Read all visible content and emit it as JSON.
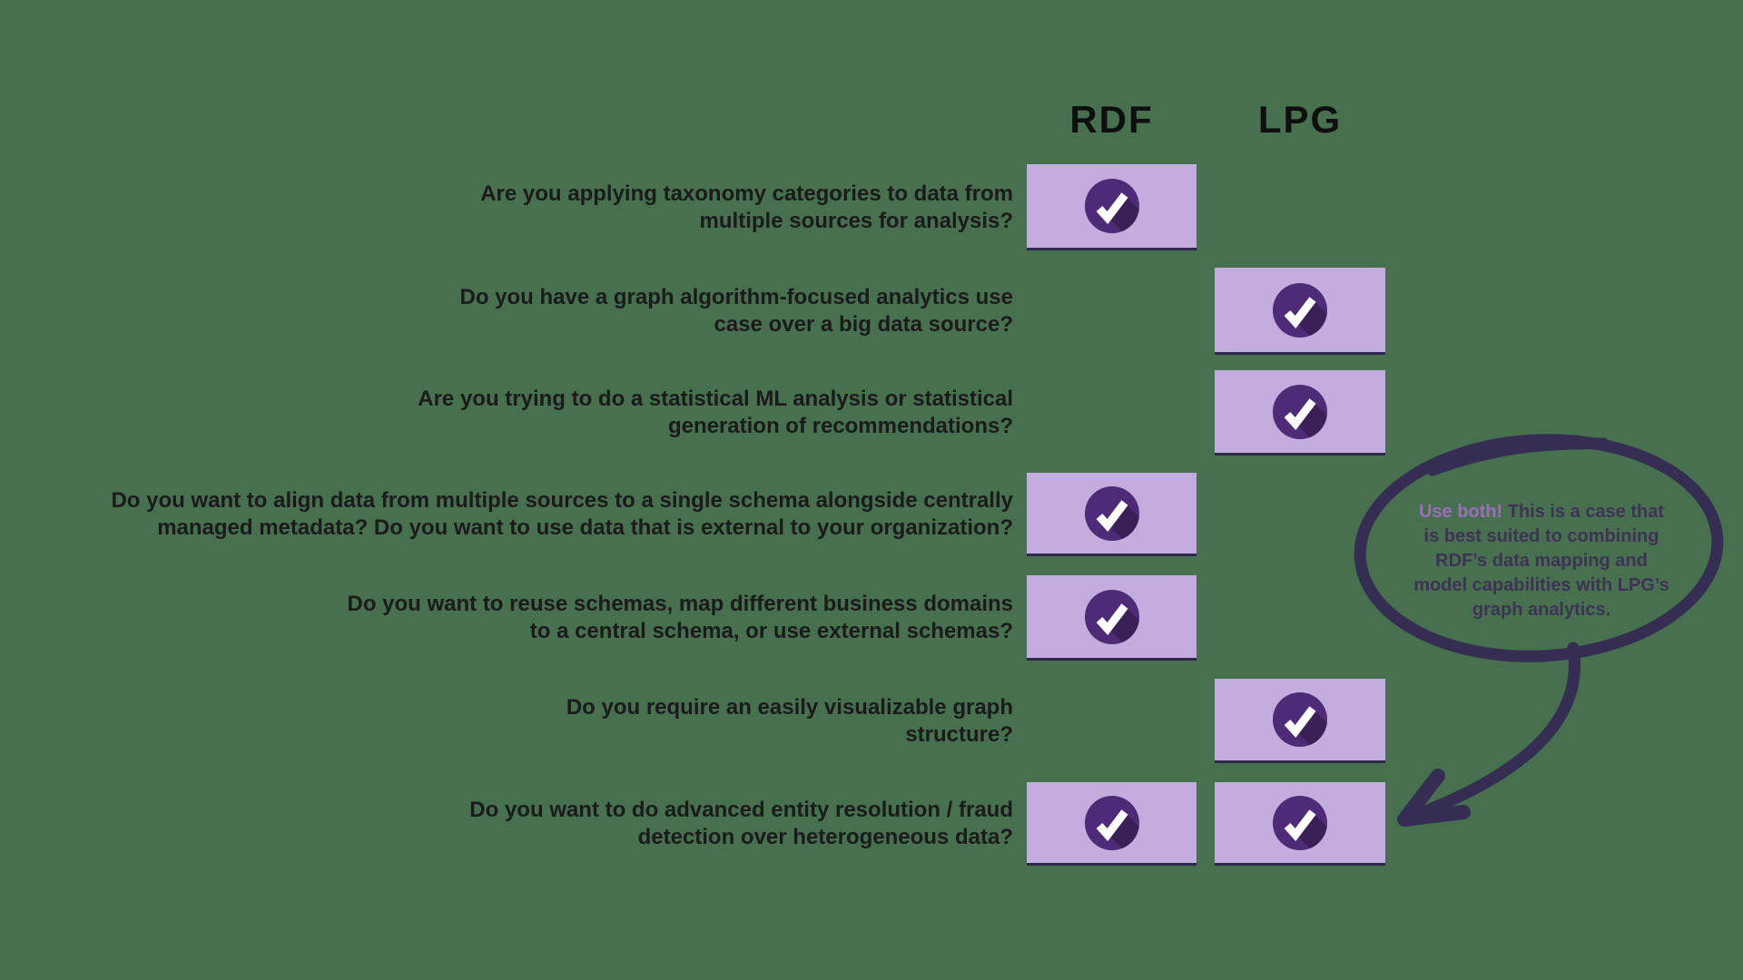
{
  "columns": {
    "rdf_label": "RDF",
    "lpg_label": "LPG"
  },
  "rows": [
    {
      "lines": [
        "Are you applying taxonomy categories to data from",
        "multiple sources for analysis?"
      ],
      "rdf": true,
      "lpg": false
    },
    {
      "lines": [
        "Do you have a graph algorithm-focused analytics use",
        "case over a big data source?"
      ],
      "rdf": false,
      "lpg": true
    },
    {
      "lines": [
        "Are you trying to do a statistical ML analysis or statistical",
        "generation of recommendations?"
      ],
      "rdf": false,
      "lpg": true
    },
    {
      "lines": [
        "Do you want to align data from multiple sources to a single schema alongside centrally",
        "managed metadata? Do you want to use data that is external to your organization?"
      ],
      "rdf": true,
      "lpg": false
    },
    {
      "lines": [
        "Do you want to reuse schemas, map different business domains",
        "to a central schema, or use external schemas?"
      ],
      "rdf": true,
      "lpg": false
    },
    {
      "lines": [
        "Do you require an easily visualizable graph",
        "structure?"
      ],
      "rdf": false,
      "lpg": true
    },
    {
      "lines": [
        "Do you want to do advanced entity resolution / fraud",
        "detection over heterogeneous data?"
      ],
      "rdf": true,
      "lpg": true
    }
  ],
  "annotation": {
    "highlight": "Use both!",
    "line1_rest": " This is a case that",
    "lines": [
      "is best suited to combining",
      "RDF’s data mapping and",
      "model capabilities with LPG’s",
      "graph analytics."
    ]
  },
  "colors": {
    "background": "#47704f",
    "box_bg": "#c3addf",
    "box_edge": "#2f284a",
    "check_circle": "#4e2b76",
    "check_shadow": "#3a2057",
    "check_mark": "#ffffff",
    "heading_text": "#0f0f0f",
    "question_text": "#1b1b1b",
    "bubble_stroke": "#352d52",
    "bubble_highlight": "#a06cc0",
    "bubble_text": "#3e3255"
  }
}
